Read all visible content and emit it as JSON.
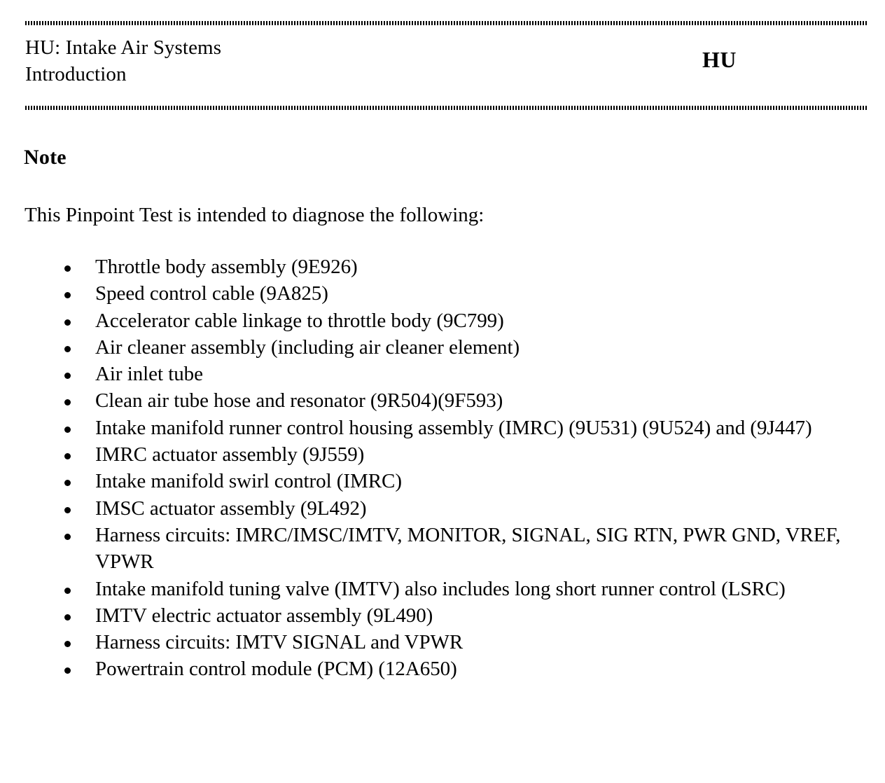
{
  "header": {
    "title_line_1": "HU: Intake Air Systems",
    "title_line_2": "Introduction",
    "section_code": "HU",
    "rule_color": "#000000"
  },
  "body": {
    "note_heading": "Note",
    "intro_paragraph": "This Pinpoint Test is intended to diagnose the following:",
    "bullets": [
      "Throttle body assembly (9E926)",
      "Speed control cable (9A825)",
      "Accelerator cable linkage to throttle body (9C799)",
      "Air cleaner assembly (including air cleaner element)",
      "Air inlet tube",
      "Clean air tube hose and resonator (9R504)(9F593)",
      "Intake manifold runner control housing assembly (IMRC) (9U531) (9U524) and (9J447)",
      "IMRC actuator assembly (9J559)",
      "Intake manifold swirl control (IMRC)",
      "IMSC actuator assembly (9L492)",
      "Harness circuits: IMRC/IMSC/IMTV, MONITOR, SIGNAL, SIG RTN, PWR GND, VREF, VPWR",
      "Intake manifold tuning valve (IMTV) also includes long short runner control (LSRC)",
      "IMTV electric actuator assembly (9L490)",
      "Harness circuits: IMTV SIGNAL and VPWR",
      "Powertrain control module (PCM) (12A650)"
    ]
  },
  "page_style": {
    "background": "#ffffff",
    "text_color": "#000000"
  }
}
